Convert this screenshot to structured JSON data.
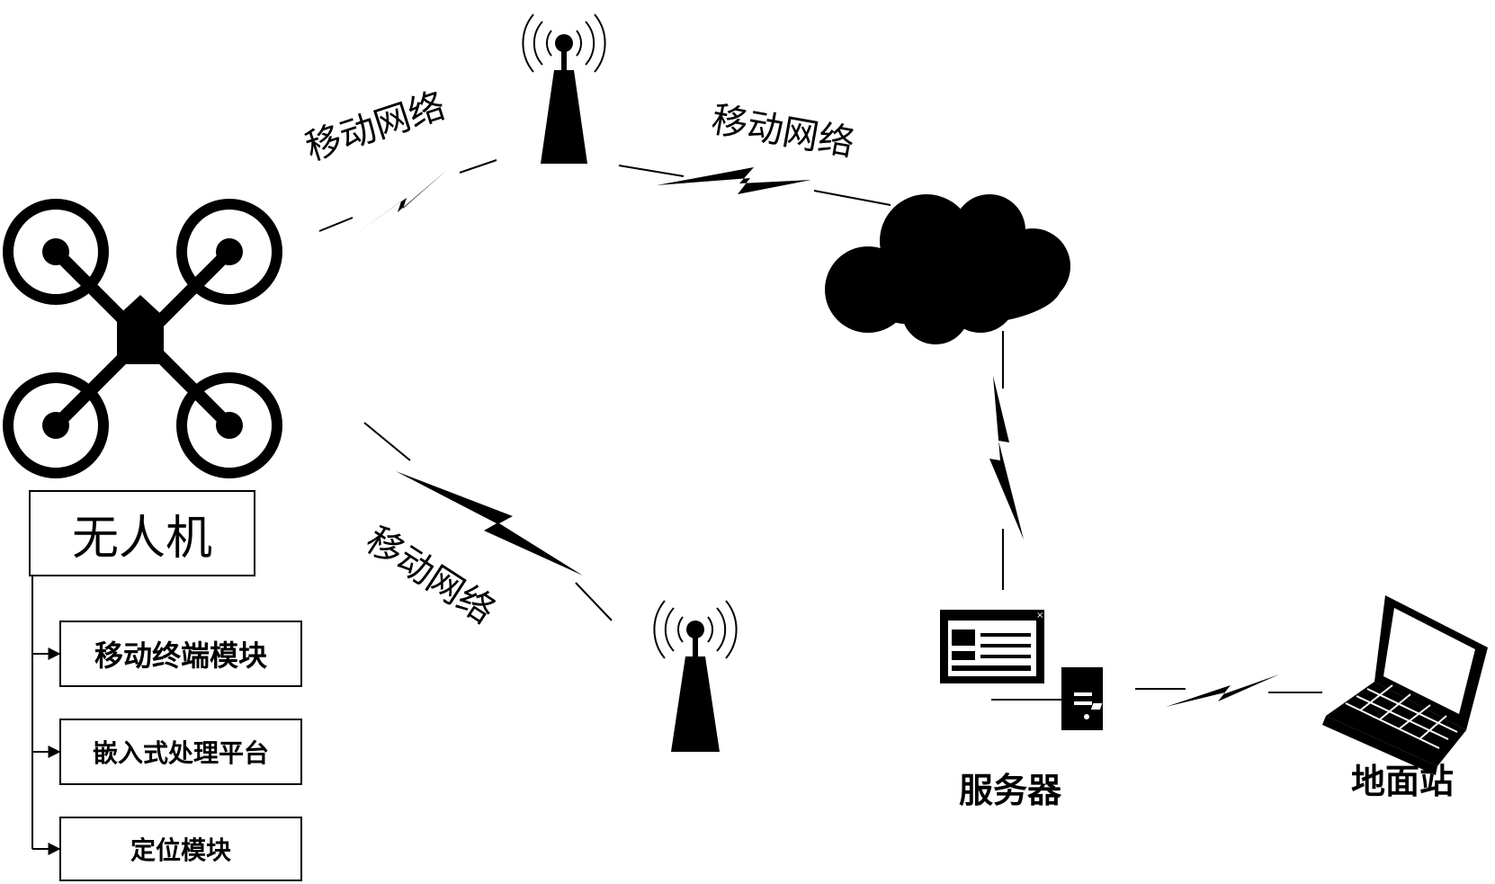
{
  "uav": {
    "title": "无人机",
    "modules": [
      "移动终端模块",
      "嵌入式处理平台",
      "定位模块"
    ]
  },
  "links": {
    "uav_to_tower_top": "移动网络",
    "tower_top_to_cloud": "移动网络",
    "uav_to_tower_bottom": "移动网络"
  },
  "nodes": {
    "server": "服务器",
    "ground_station": "地面站"
  },
  "icons": {
    "drone": "quadcopter-icon",
    "tower": "cell-tower-icon",
    "cloud": "cloud-icon",
    "server": "server-icon",
    "laptop": "laptop-icon",
    "link": "lightning-bolt-icon"
  }
}
